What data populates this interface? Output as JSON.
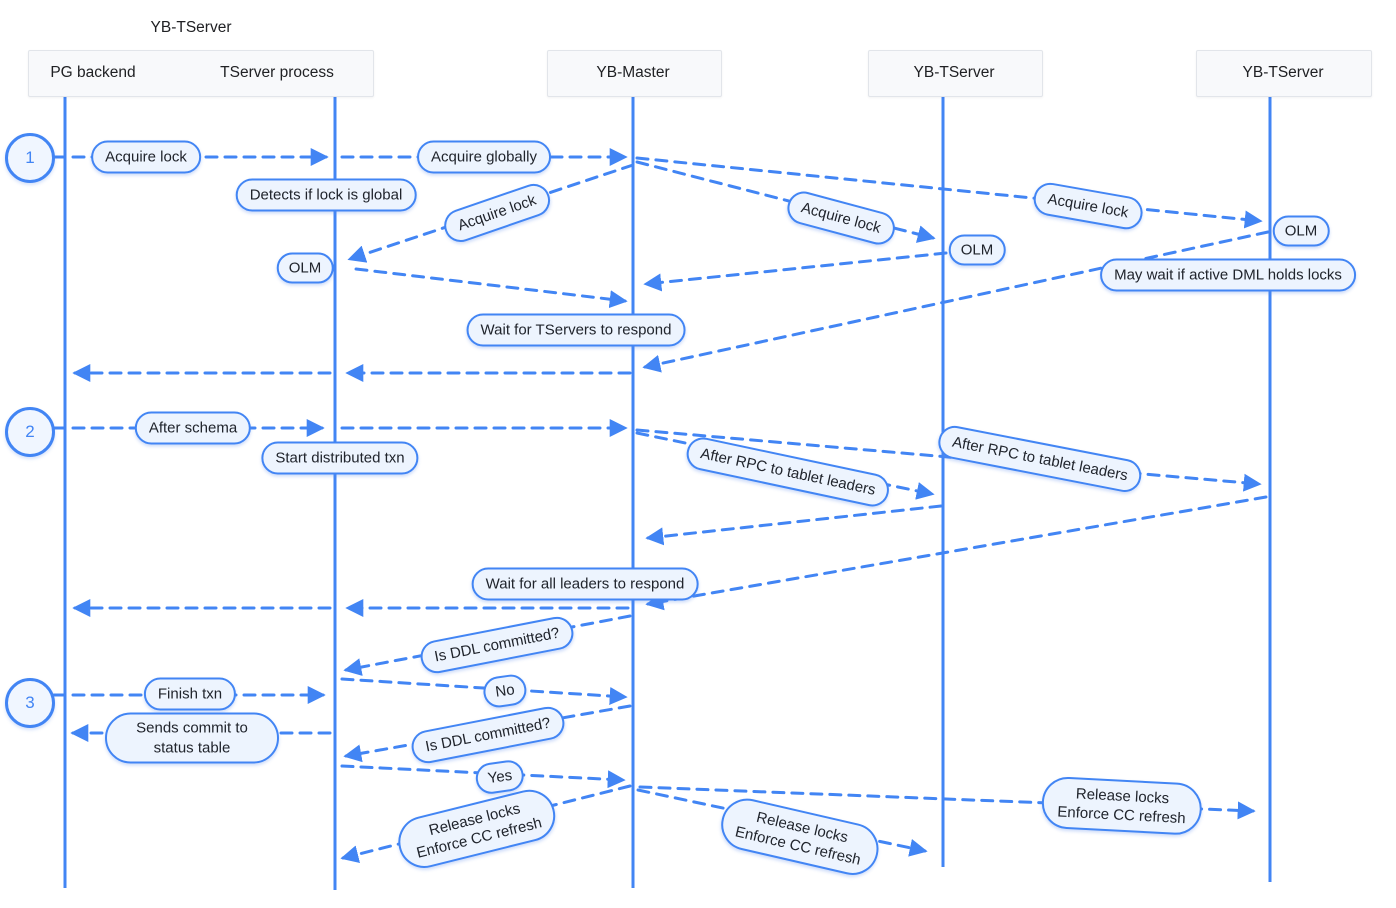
{
  "diagram": {
    "group_label": "YB-TServer",
    "actors": {
      "pg_backend": "PG backend",
      "tserver_process": "TServer process",
      "yb_master": "YB-Master",
      "yb_tserver_1": "YB-TServer",
      "yb_tserver_2": "YB-TServer"
    },
    "steps": {
      "s1": "1",
      "s2": "2",
      "s3": "3"
    },
    "labels": {
      "acquire_lock": "Acquire lock",
      "acquire_globally": "Acquire globally",
      "detects_global": "Detects if lock is global",
      "olm": "OLM",
      "may_wait": "May wait if active DML holds locks",
      "wait_tservers": "Wait for TServers to respond",
      "after_schema": "After schema",
      "start_txn": "Start distributed txn",
      "after_rpc": "After RPC to tablet leaders",
      "wait_leaders": "Wait for all leaders to respond",
      "is_ddl_committed": "Is DDL committed?",
      "finish_txn": "Finish txn",
      "no": "No",
      "sends_commit": "Sends commit to status table",
      "yes": "Yes",
      "release_locks": "Release locks",
      "enforce_cc": "Enforce CC refresh"
    },
    "colors": {
      "accent": "#4285f4",
      "pill_fill": "#edf4fe",
      "header_fill": "#f8f9fb",
      "header_border": "#e2e5ea",
      "text": "#20242c"
    }
  }
}
